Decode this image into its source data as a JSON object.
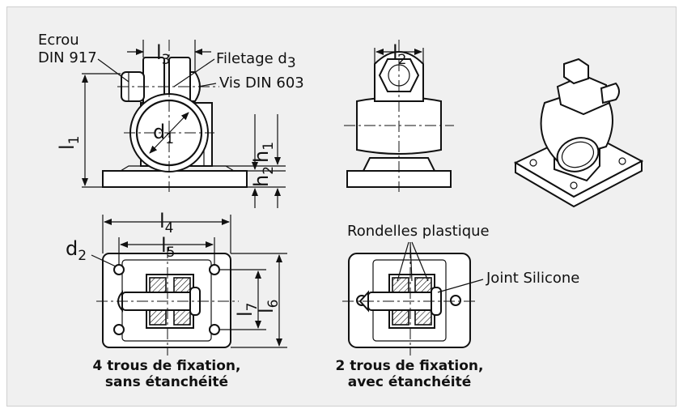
{
  "figure": {
    "label_nut_line1": "Ecrou",
    "label_nut_line2": "DIN 917",
    "label_thread": "Filetage d",
    "label_thread_sub": "3",
    "label_screw": "Vis DIN 603",
    "label_washers": "Rondelles plastique",
    "label_seal": "Joint Silicone",
    "dims": {
      "l1": {
        "main": "l",
        "sub": "1"
      },
      "l2": {
        "main": "l",
        "sub": "2"
      },
      "l3": {
        "main": "l",
        "sub": "3"
      },
      "l4": {
        "main": "l",
        "sub": "4"
      },
      "l5": {
        "main": "l",
        "sub": "5"
      },
      "l6": {
        "main": "l",
        "sub": "6"
      },
      "l7": {
        "main": "l",
        "sub": "7"
      },
      "d1": {
        "main": "d",
        "sub": "1"
      },
      "d2": {
        "main": "d",
        "sub": "2"
      },
      "h1": {
        "main": "h",
        "sub": "1"
      },
      "h2": {
        "main": "h",
        "sub": "2"
      }
    },
    "caption_left_line1": "4 trous de fixation,",
    "caption_left_line2": "sans étanchéité",
    "caption_right_line1": "2 trous de fixation,",
    "caption_right_line2": "avec étanchéité"
  },
  "colors": {
    "background": "#f0f0f0",
    "ink": "#111111",
    "part_fill": "#ffffff"
  }
}
